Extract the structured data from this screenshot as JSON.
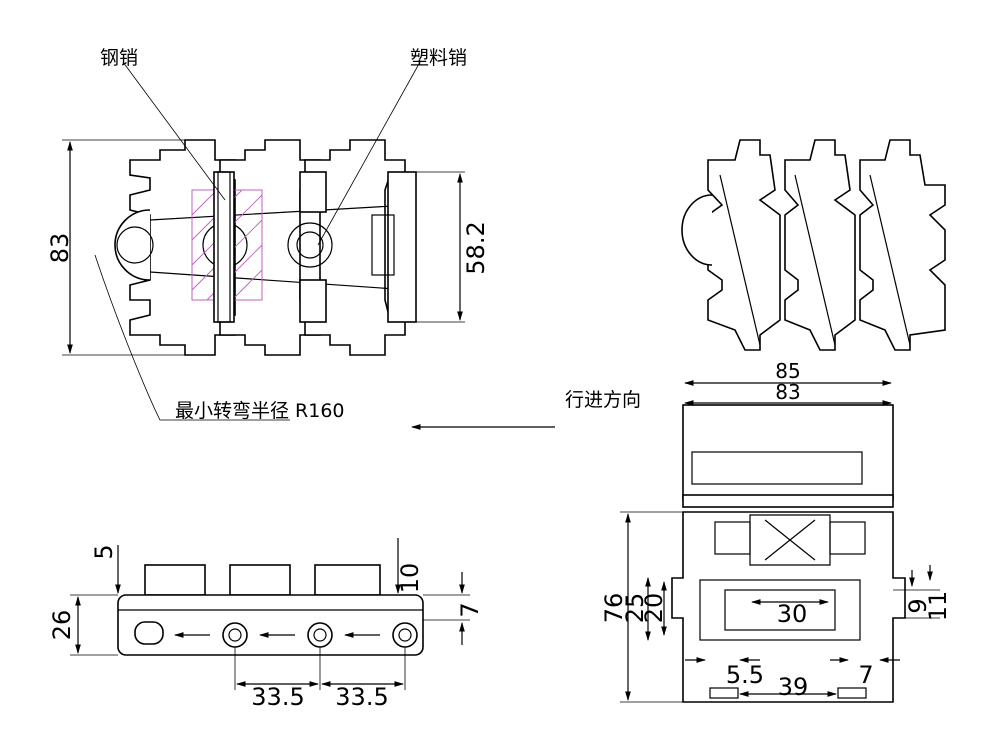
{
  "labels": {
    "steel_pin": "钢销",
    "plastic_pin": "塑料销",
    "min_radius": "最小转弯半径 R160",
    "direction": "行进方向"
  },
  "dims": {
    "top_height": "83",
    "top_pin_span": "58.2",
    "width_85": "85",
    "width_83": "83",
    "side_5": "5",
    "side_10": "10",
    "side_7": "7",
    "side_26": "26",
    "pitch_1": "33.5",
    "pitch_2": "33.5",
    "sec_76": "76",
    "sec_25": "25",
    "sec_20": "20",
    "sec_30": "30",
    "sec_9": "9",
    "sec_11": "11",
    "sec_5_5": "5.5",
    "sec_39": "39",
    "sec_7": "7"
  }
}
